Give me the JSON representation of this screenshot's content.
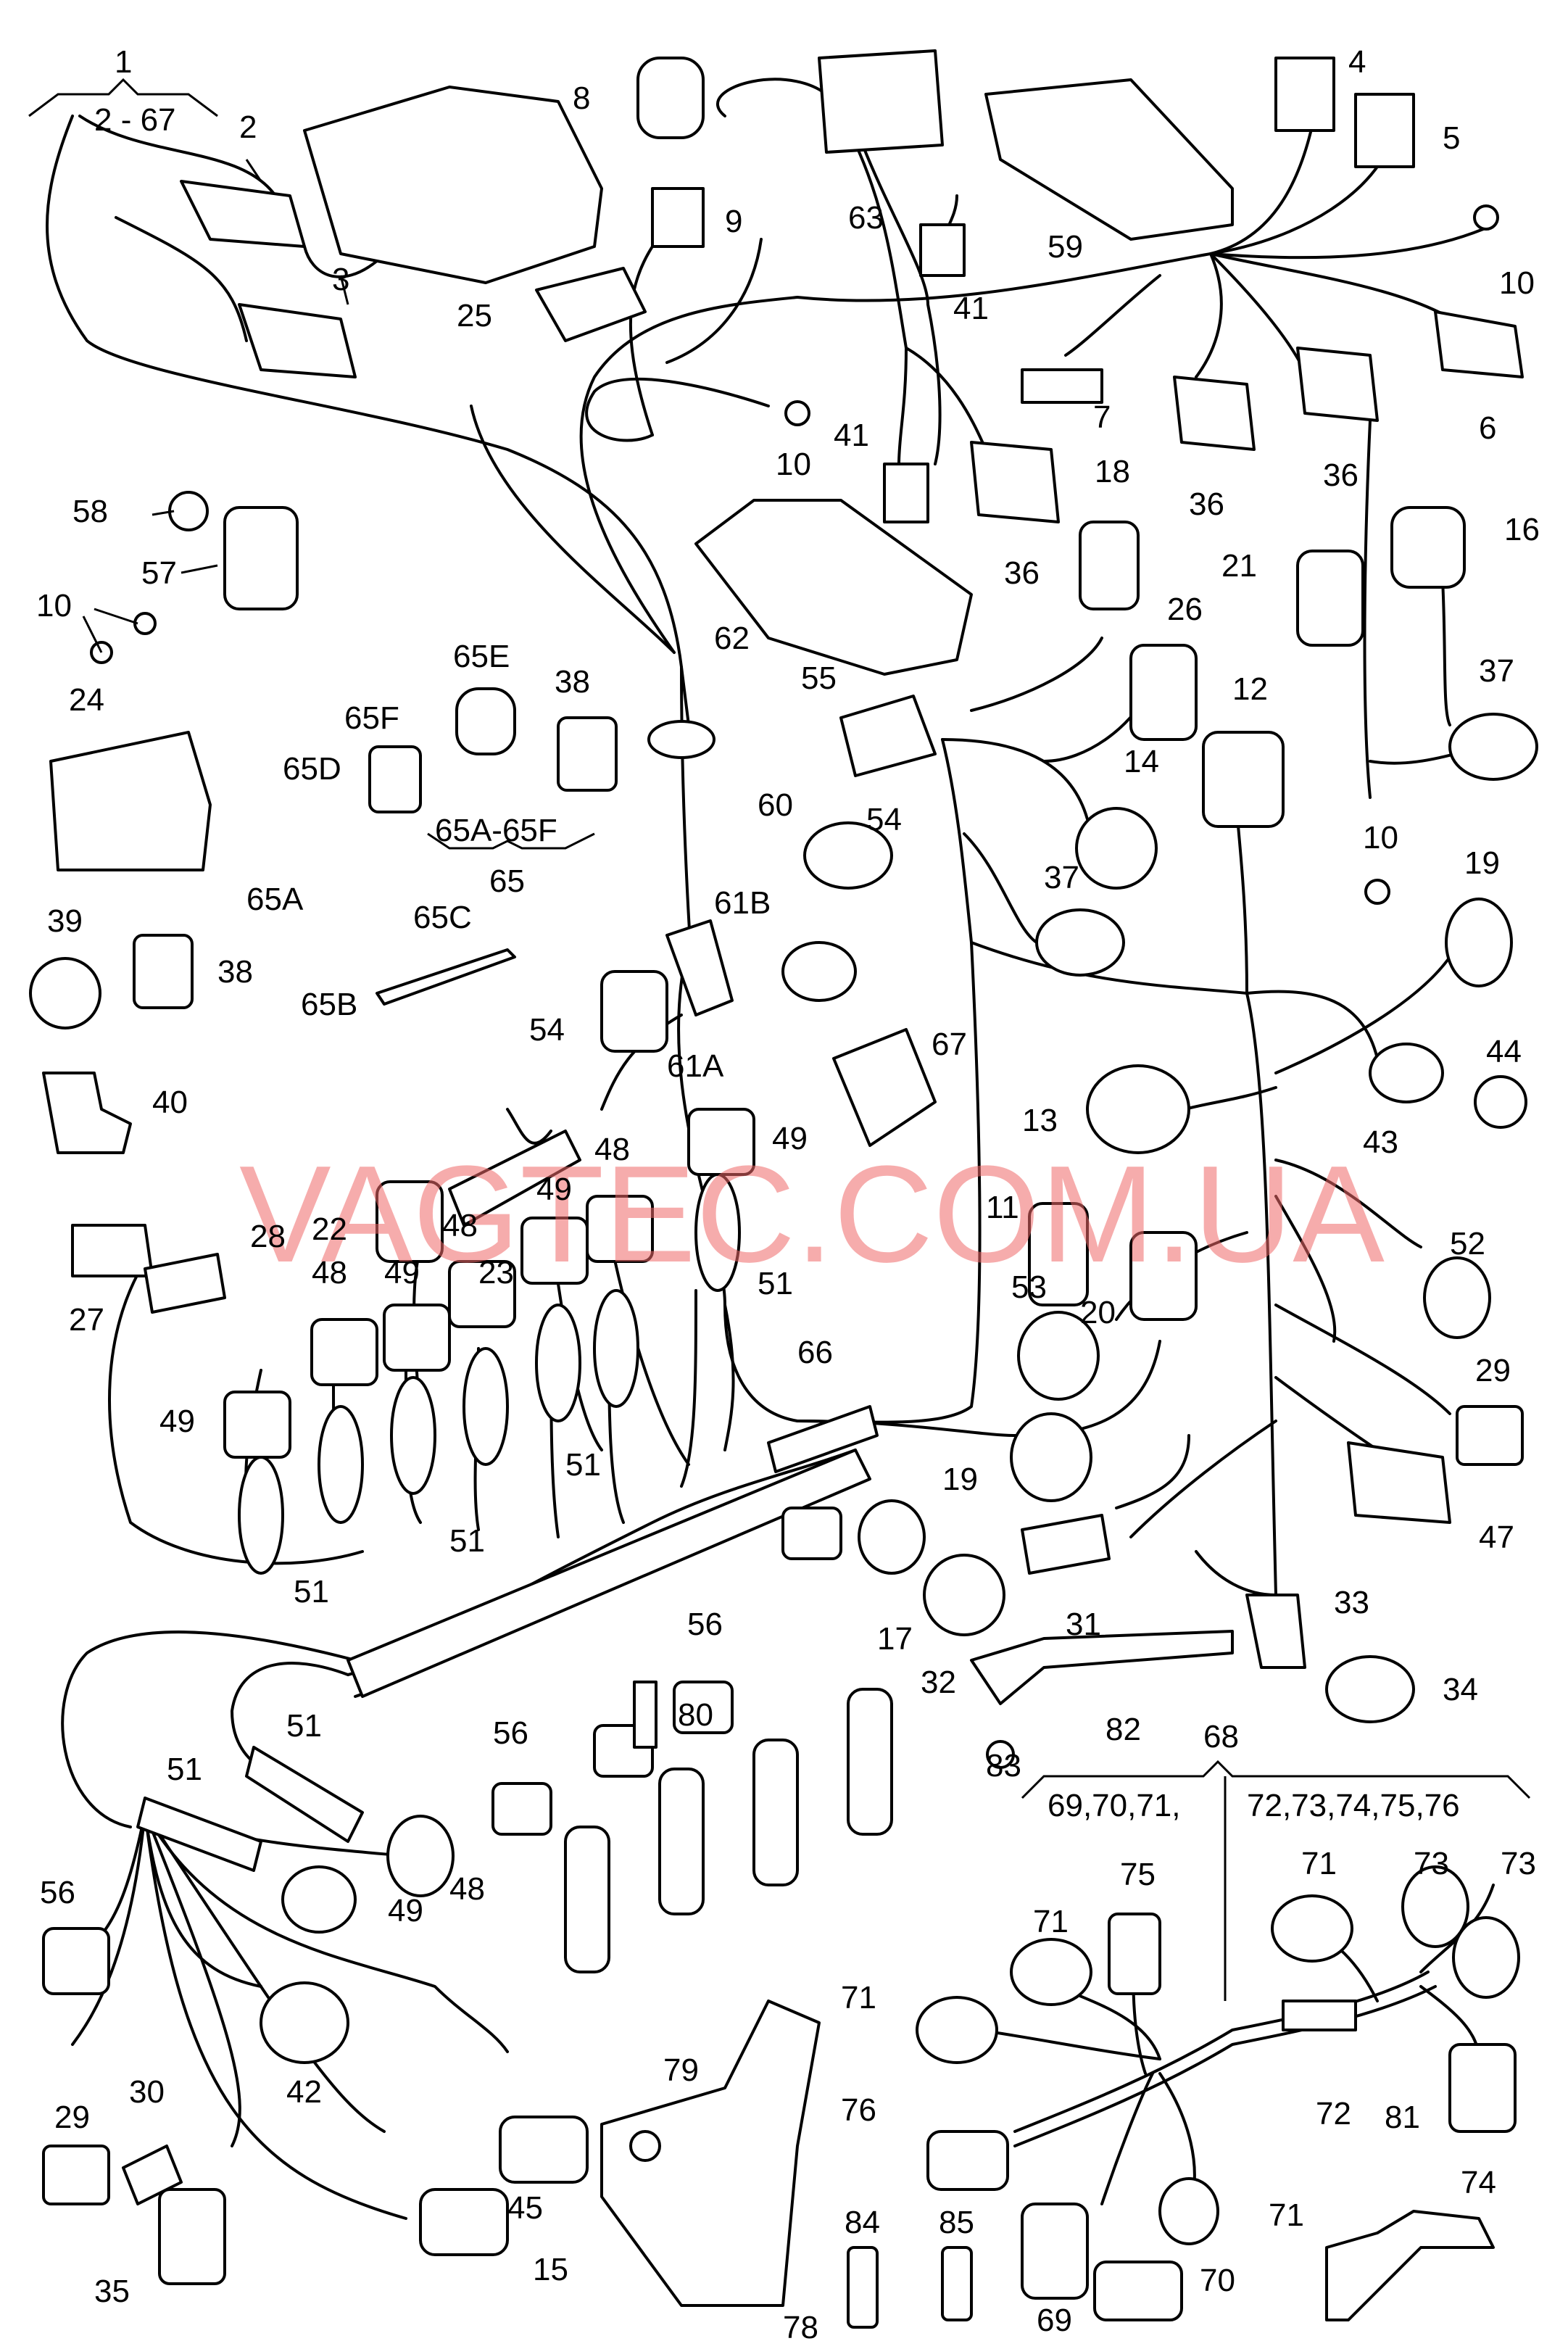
{
  "watermark": "VAGTEC.COM.UA",
  "labels": {
    "p1": "1",
    "p1_range": "2 - 67",
    "p2": "2",
    "p3": "3",
    "p4": "4",
    "p5": "5",
    "p6": "6",
    "p7": "7",
    "p8": "8",
    "p9": "9",
    "p10a": "10",
    "p10b": "10",
    "p10c": "10",
    "p10d": "10",
    "p11": "11",
    "p12": "12",
    "p13": "13",
    "p14": "14",
    "p15": "15",
    "p16": "16",
    "p17": "17",
    "p18": "18",
    "p19a": "19",
    "p19b": "19",
    "p20": "20",
    "p21": "21",
    "p22": "22",
    "p23": "23",
    "p24": "24",
    "p25": "25",
    "p26": "26",
    "p27": "27",
    "p28": "28",
    "p29a": "29",
    "p29b": "29",
    "p30": "30",
    "p31": "31",
    "p32": "32",
    "p33": "33",
    "p34": "34",
    "p35": "35",
    "p36a": "36",
    "p36b": "36",
    "p36c": "36",
    "p37a": "37",
    "p37b": "37",
    "p38a": "38",
    "p38b": "38",
    "p39": "39",
    "p40": "40",
    "p41a": "41",
    "p41b": "41",
    "p42": "42",
    "p43": "43",
    "p44": "44",
    "p45": "45",
    "p47": "47",
    "p48a": "48",
    "p48b": "48",
    "p48c": "48",
    "p48d": "48",
    "p49a": "49",
    "p49b": "49",
    "p49c": "49",
    "p49d": "49",
    "p49e": "49",
    "p51a": "51",
    "p51b": "51",
    "p51c": "51",
    "p51d": "51",
    "p51e": "51",
    "p51f": "51",
    "p52": "52",
    "p53": "53",
    "p54a": "54",
    "p54b": "54",
    "p55": "55",
    "p56a": "56",
    "p56b": "56",
    "p56c": "56",
    "p57": "57",
    "p58": "58",
    "p59": "59",
    "p60": "60",
    "p61a": "61A",
    "p61b": "61B",
    "p62": "62",
    "p63": "63",
    "p65": "65",
    "p65a": "65A",
    "p65b": "65B",
    "p65c": "65C",
    "p65d": "65D",
    "p65e": "65E",
    "p65f": "65F",
    "p65range": "65A-65F",
    "p66": "66",
    "p67": "67",
    "p68": "68",
    "p68_left": "69,70,71,",
    "p68_right": "72,73,74,75,76",
    "p69": "69",
    "p70": "70",
    "p71a": "71",
    "p71b": "71",
    "p71c": "71",
    "p71d": "71",
    "p72": "72",
    "p73a": "73",
    "p73b": "73",
    "p74": "74",
    "p75": "75",
    "p76": "76",
    "p78": "78",
    "p79": "79",
    "p80": "80",
    "p81": "81",
    "p82": "82",
    "p83": "83",
    "p84": "84",
    "p85": "85"
  }
}
